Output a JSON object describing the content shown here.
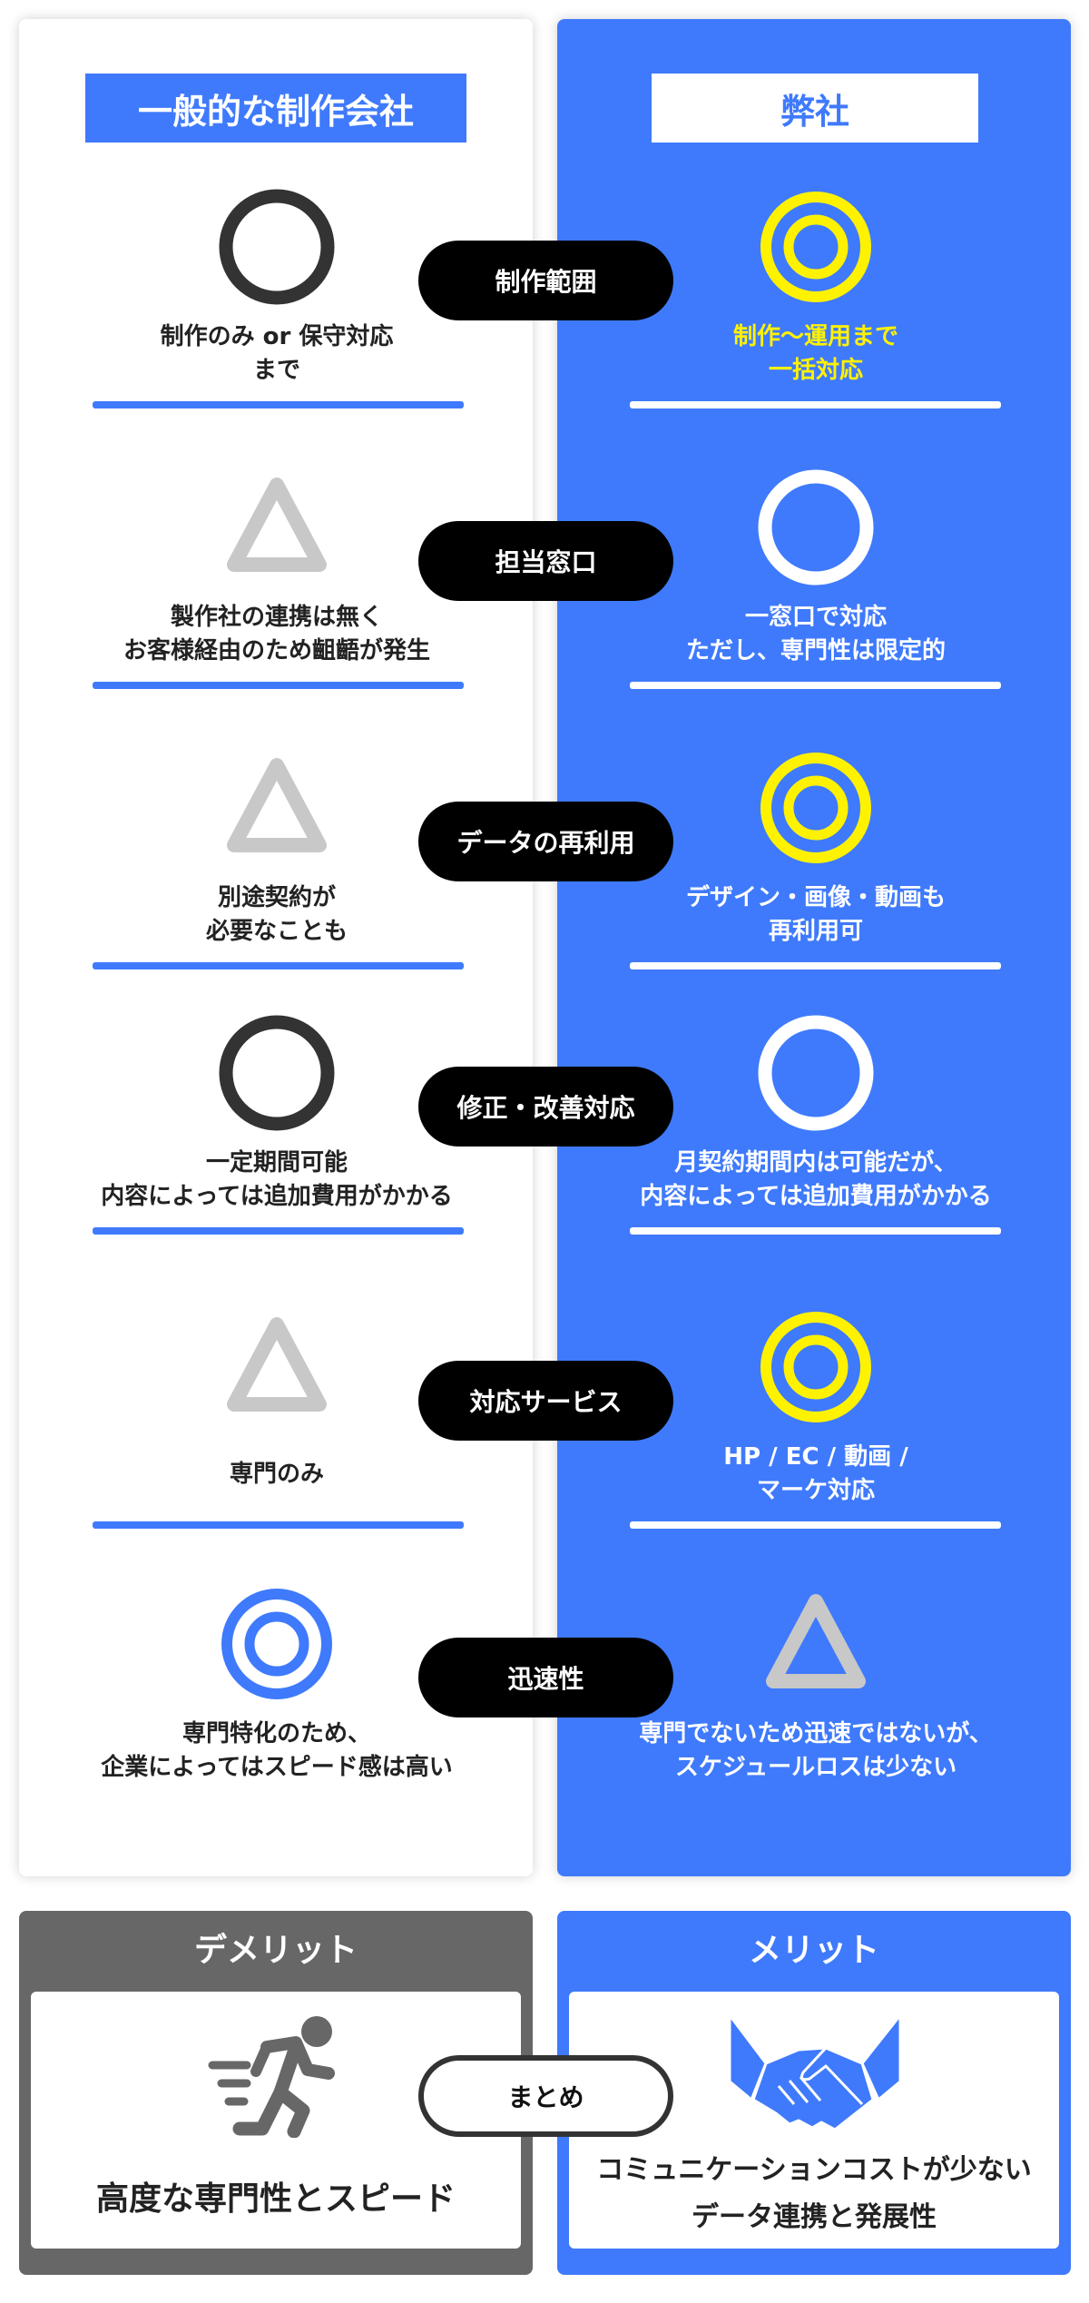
{
  "header": {
    "left": "一般的な制作会社",
    "right": "弊社"
  },
  "colors": {
    "blue": "#3f7afc",
    "yellow": "#fff200",
    "dark": "#333333",
    "gray": "#c8c8c8",
    "white": "#ffffff"
  },
  "rows": [
    {
      "label": "制作範囲",
      "left": {
        "icon": "circle-dark",
        "lines": [
          "制作のみ or 保守対応",
          "まで"
        ]
      },
      "right": {
        "icon": "double-circle-yellow",
        "lines": [
          "制作〜運用まで",
          "一括対応"
        ],
        "highlight": true
      }
    },
    {
      "label": "担当窓口",
      "left": {
        "icon": "triangle-gray",
        "lines": [
          "製作社の連携は無く",
          "お客様経由のため齟齬が発生"
        ]
      },
      "right": {
        "icon": "circle-white",
        "lines": [
          "一窓口で対応",
          "ただし、専門性は限定的"
        ]
      }
    },
    {
      "label": "データの再利用",
      "left": {
        "icon": "triangle-gray",
        "lines": [
          "別途契約が",
          "必要なことも"
        ]
      },
      "right": {
        "icon": "double-circle-yellow",
        "lines": [
          "デザイン・画像・動画も",
          "再利用可"
        ]
      }
    },
    {
      "label": "修正・改善対応",
      "left": {
        "icon": "circle-dark",
        "lines": [
          "一定期間可能",
          "内容によっては追加費用がかかる"
        ]
      },
      "right": {
        "icon": "circle-white",
        "lines": [
          "月契約期間内は可能だが、",
          "内容によっては追加費用がかかる"
        ]
      }
    },
    {
      "label": "対応サービス",
      "left": {
        "icon": "triangle-gray",
        "lines": [
          "専門のみ"
        ]
      },
      "right": {
        "icon": "double-circle-yellow",
        "lines": [
          "HP / EC / 動画 /",
          "マーケ対応"
        ]
      }
    },
    {
      "label": "迅速性",
      "left": {
        "icon": "double-circle-blue",
        "lines": [
          "専門特化のため、",
          "企業によってはスピード感は高い"
        ]
      },
      "right": {
        "icon": "triangle-gray",
        "lines": [
          "専門でないため迅速ではないが、",
          "スケジュールロスは少ない"
        ]
      }
    }
  ],
  "summary": {
    "label": "まとめ",
    "demerit": {
      "title": "デメリット",
      "icon": "running-person-icon",
      "text": "高度な専門性とスピード"
    },
    "merit": {
      "title": "メリット",
      "icon": "handshake-icon",
      "lines": [
        "コミュニケーションコストが少ない",
        "データ連携と発展性"
      ]
    }
  }
}
